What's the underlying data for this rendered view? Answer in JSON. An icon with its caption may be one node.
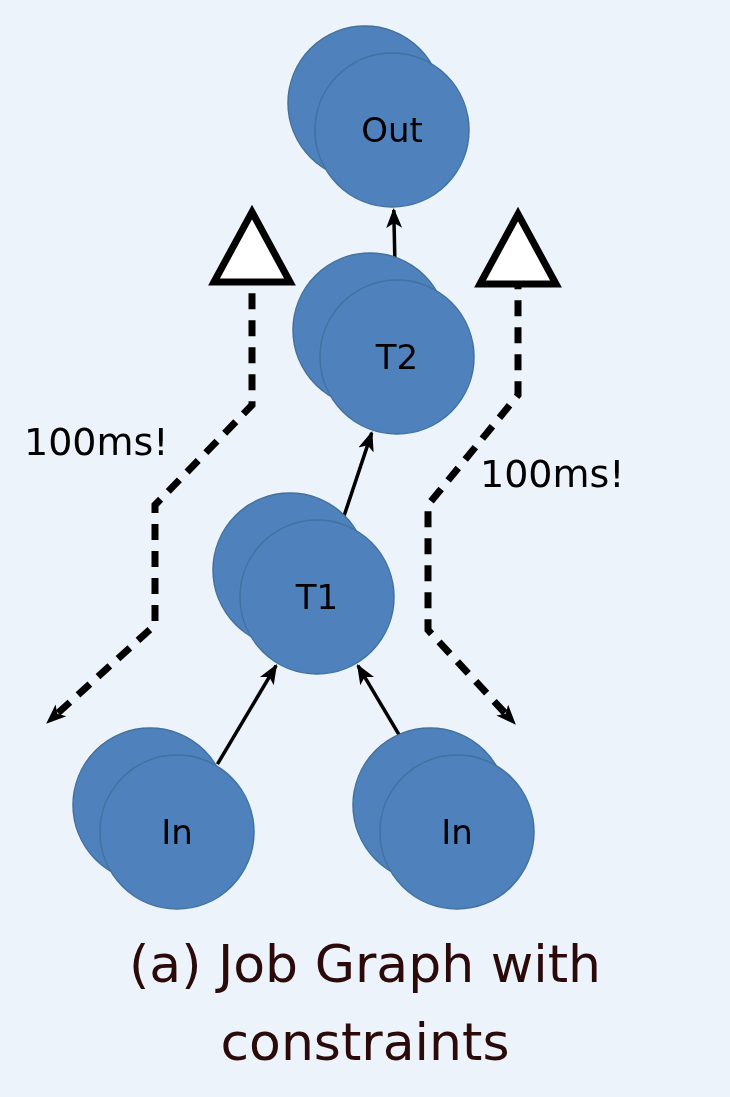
{
  "diagram": {
    "caption": "(a) Job Graph with constraints",
    "nodes": [
      {
        "text": [
          "Out"
        ]
      },
      {
        "text": [
          "T2"
        ]
      },
      {
        "text": [
          "T1"
        ]
      },
      {
        "text": [
          "In"
        ]
      },
      {
        "text": [
          "In"
        ]
      }
    ],
    "edges": [
      {
        "from": 3,
        "to": 2,
        "arrow": "to"
      },
      {
        "from": 4,
        "to": 2,
        "arrow": "to"
      },
      {
        "from": 2,
        "to": 1,
        "arrow": "to"
      },
      {
        "from": 1,
        "to": 0,
        "arrow": "to"
      }
    ],
    "labels": [
      "100ms!",
      "100ms!"
    ]
  }
}
